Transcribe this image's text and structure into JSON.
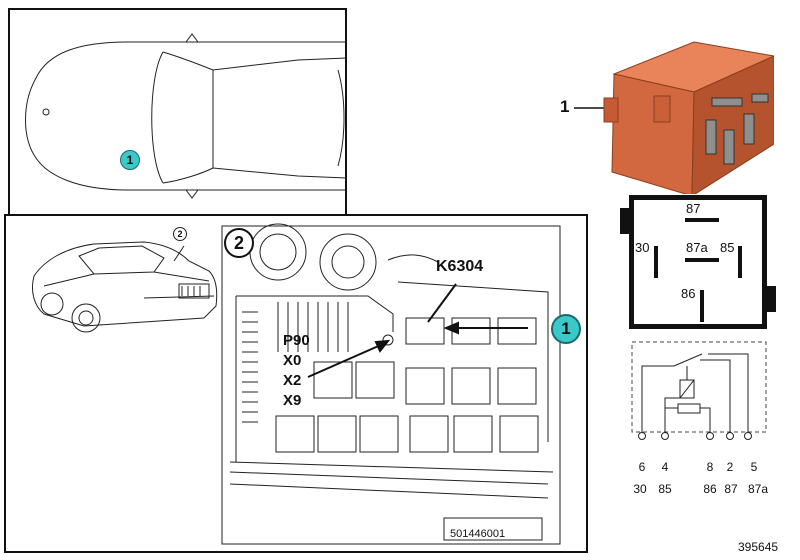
{
  "top_view": {
    "callout": "1"
  },
  "car_view": {
    "callout": "2"
  },
  "fusebox": {
    "panel_number": "2",
    "relay_label": "K6304",
    "callout": "1",
    "left_labels": [
      "P90",
      "X0",
      "X2",
      "X9"
    ],
    "image_code": "501446001"
  },
  "relay": {
    "item_label": "1",
    "terminals": {
      "t87": "87",
      "t30": "30",
      "t87a": "87a",
      "t85": "85",
      "t86": "86"
    }
  },
  "schematic": {
    "pin_numbers": [
      "6",
      "4",
      "8",
      "2",
      "5"
    ],
    "terminal_names": [
      "30",
      "85",
      "86",
      "87",
      "87a"
    ]
  },
  "footer": {
    "drawing_number": "395645"
  }
}
